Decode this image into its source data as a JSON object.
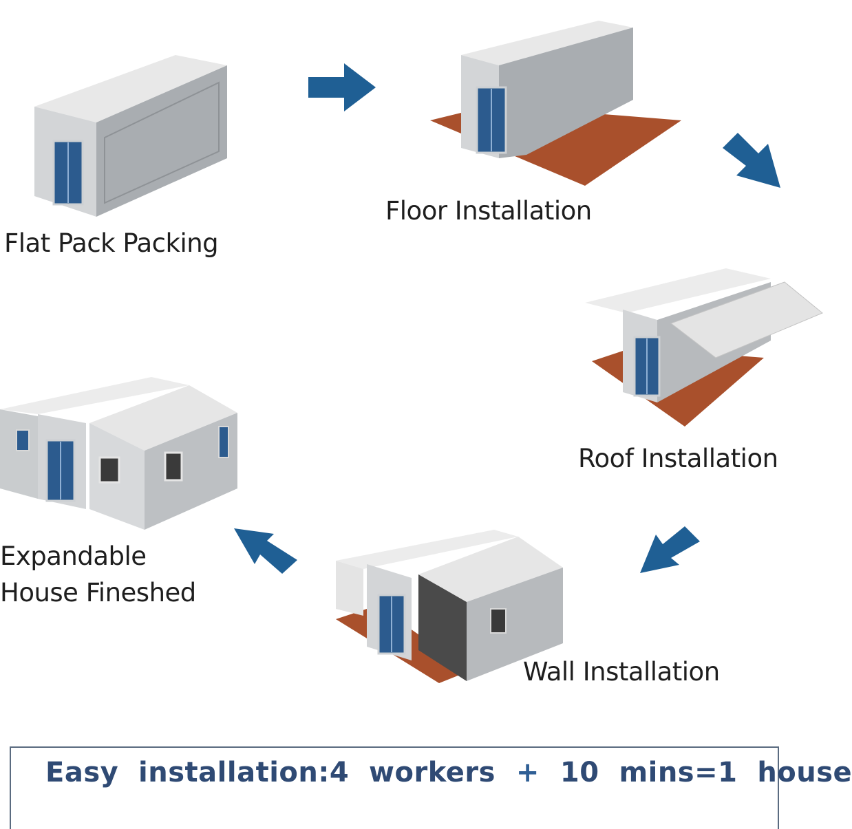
{
  "steps": [
    {
      "label": "Flat Pack Packing"
    },
    {
      "label": "Floor Installation"
    },
    {
      "label": "Roof Installation"
    },
    {
      "label": "Wall Installation"
    },
    {
      "label_line1": "Expandable",
      "label_line2": "House Fineshed"
    }
  ],
  "footer": {
    "part1": "Easy  installation:4  workers",
    "plus": "+",
    "part2": "10  mins=1  house"
  },
  "colors": {
    "arrow": "#1f5f94",
    "floor": "#a9502c",
    "wall": "#b7babd",
    "roof": "#e9e9e9",
    "door": "#2c5b8e",
    "footer_text": "#2f4a74"
  }
}
